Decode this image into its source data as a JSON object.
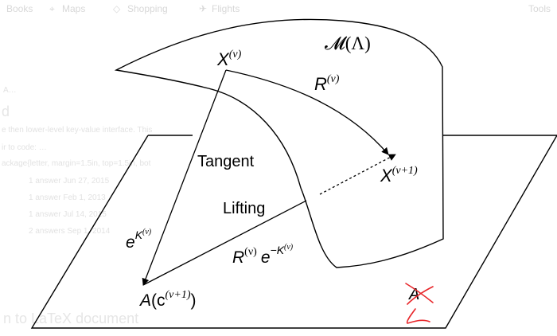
{
  "background": {
    "nav": [
      "Books",
      "Maps",
      "Shopping",
      "Flights"
    ],
    "nav_right": "Tools",
    "fragments": [
      "A…",
      "d",
      "e then lower-level key-value interface. This",
      "ir to code: …",
      "ackage{letter, margin=1.5in, top=1.5in, bot",
      "1 answer       Jun 27, 2015",
      "1 answer       Feb 1, 2013",
      "1 answer       Jul 14, 2015",
      "2 answers      Sep 1, 2014",
      "n to LaTeX document"
    ]
  },
  "diagram": {
    "manifold_label": "𝓜(Λ)",
    "point_top": {
      "base": "X",
      "sup": "(ν)"
    },
    "point_right": {
      "base": "X",
      "sup": "(ν+1)"
    },
    "retraction": {
      "base": "R",
      "sup": "(ν)"
    },
    "tangent_label": "Tangent",
    "lifting_label": "Lifting",
    "exp_label": {
      "base": "e",
      "sup": "K",
      "supsup": "(ν)"
    },
    "composite_label": {
      "r": "R",
      "rsup": "(ν)",
      "e": "e",
      "esup": "−K",
      "esupsup": "(ν)"
    },
    "bottom_point": {
      "a": "A",
      "open": "(",
      "c": "c",
      "csup": "(ν+1)",
      "close": ")"
    },
    "plane_label": "A",
    "colors": {
      "ink": "#000000",
      "annotation": "#e8262a"
    }
  }
}
